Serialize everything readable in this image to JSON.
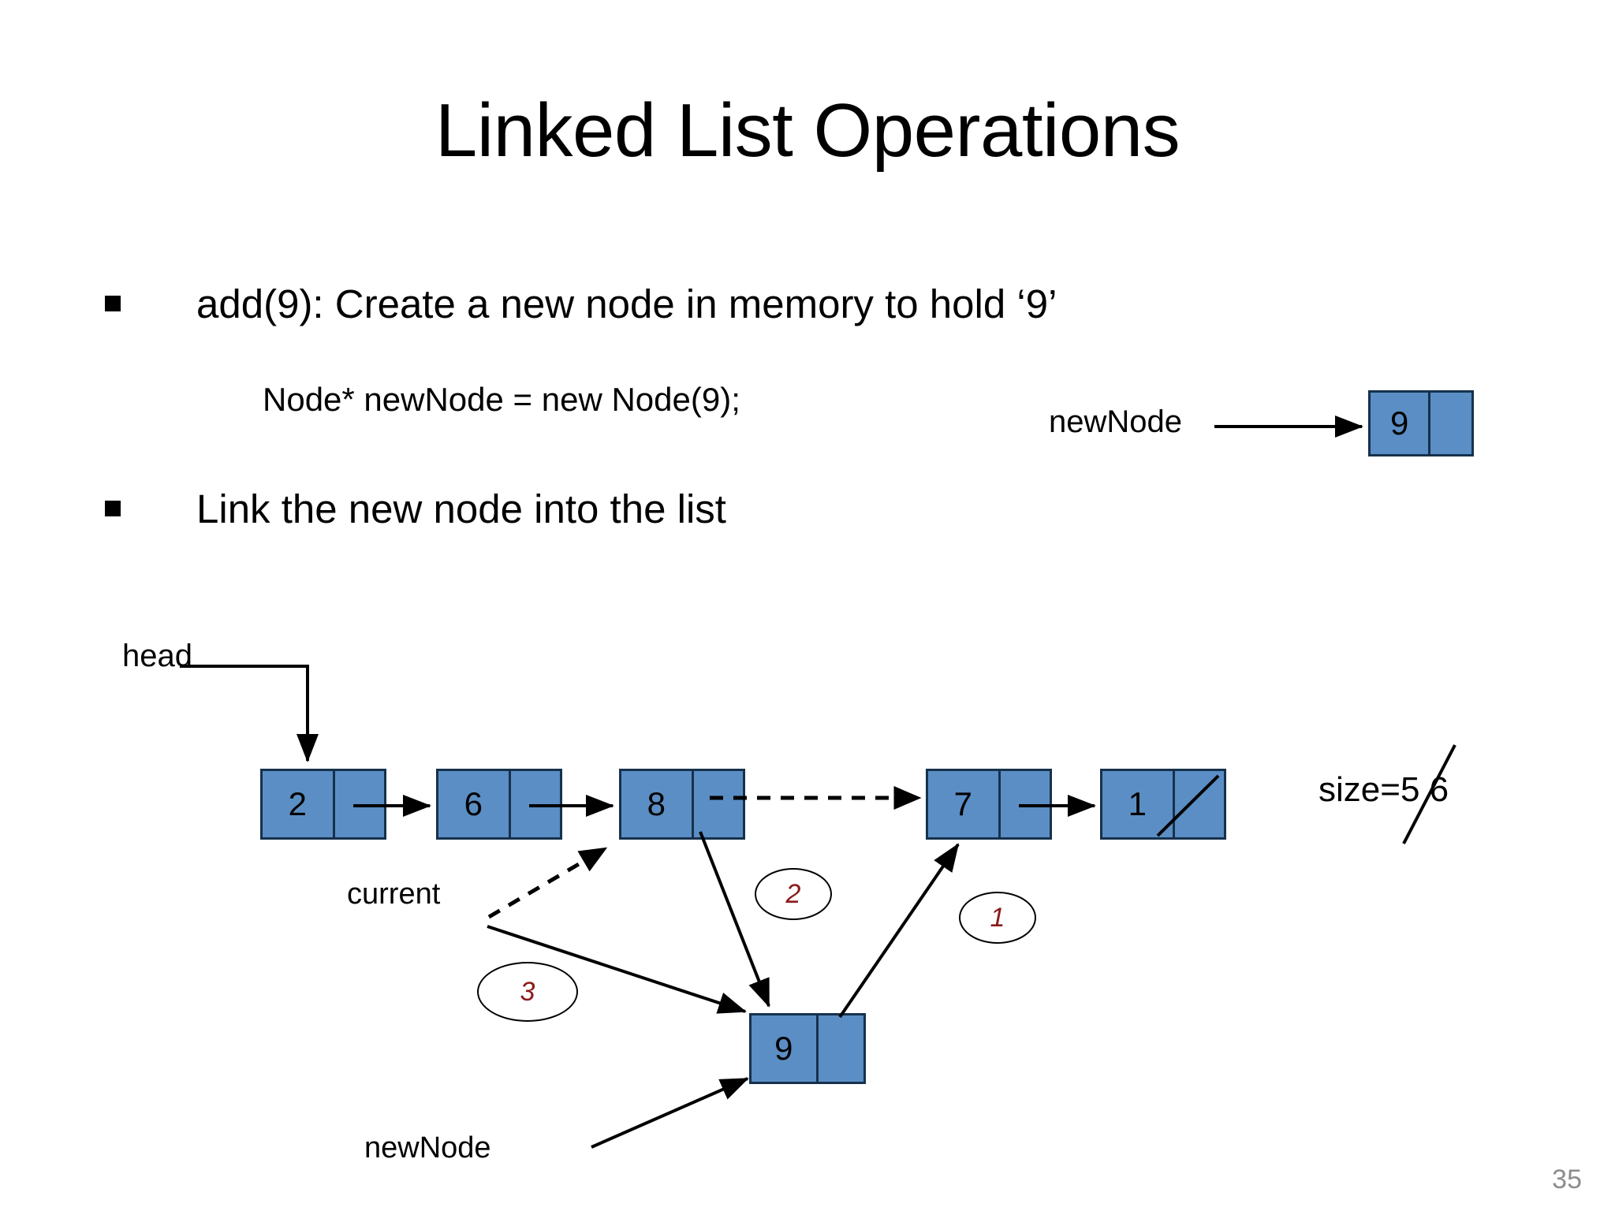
{
  "slide": {
    "title": "Linked List Operations",
    "page_number": "35",
    "accent_node_color": "#5B8EC4",
    "node_border_color": "#16314D",
    "circle_number_color": "#8B1A1A",
    "page_number_color": "#8D8D8D"
  },
  "bullets": [
    {
      "marker": "square-bullet",
      "text": "add(9): Create a new node in memory to hold ‘9’"
    },
    {
      "marker": "square-bullet",
      "text": "Link the new node into the list"
    }
  ],
  "code": {
    "line": "Node* newNode = new Node(9);"
  },
  "top_diagram": {
    "pointer_label": "newNode",
    "node": {
      "value": "9",
      "pointer": ""
    },
    "arrow": "newnode-to-node-arrow"
  },
  "list_diagram": {
    "head_label": "head",
    "current_label": "current",
    "newnode_label": "newNode",
    "size_label": "size=5 6",
    "size_old_value": "5",
    "size_new_value": "6",
    "nodes": [
      {
        "value": "2",
        "pointer": "link"
      },
      {
        "value": "6",
        "pointer": "link"
      },
      {
        "value": "8",
        "pointer": "link-dashed"
      },
      {
        "value": "7",
        "pointer": "link"
      },
      {
        "value": "1",
        "pointer": "null"
      }
    ],
    "new_node": {
      "value": "9",
      "pointer": "link"
    },
    "step_circles": [
      {
        "label": "1",
        "meaning": "newNode-next-to-7"
      },
      {
        "label": "2",
        "meaning": "8-next-to-newNode"
      },
      {
        "label": "3",
        "meaning": "current-stays"
      }
    ]
  }
}
